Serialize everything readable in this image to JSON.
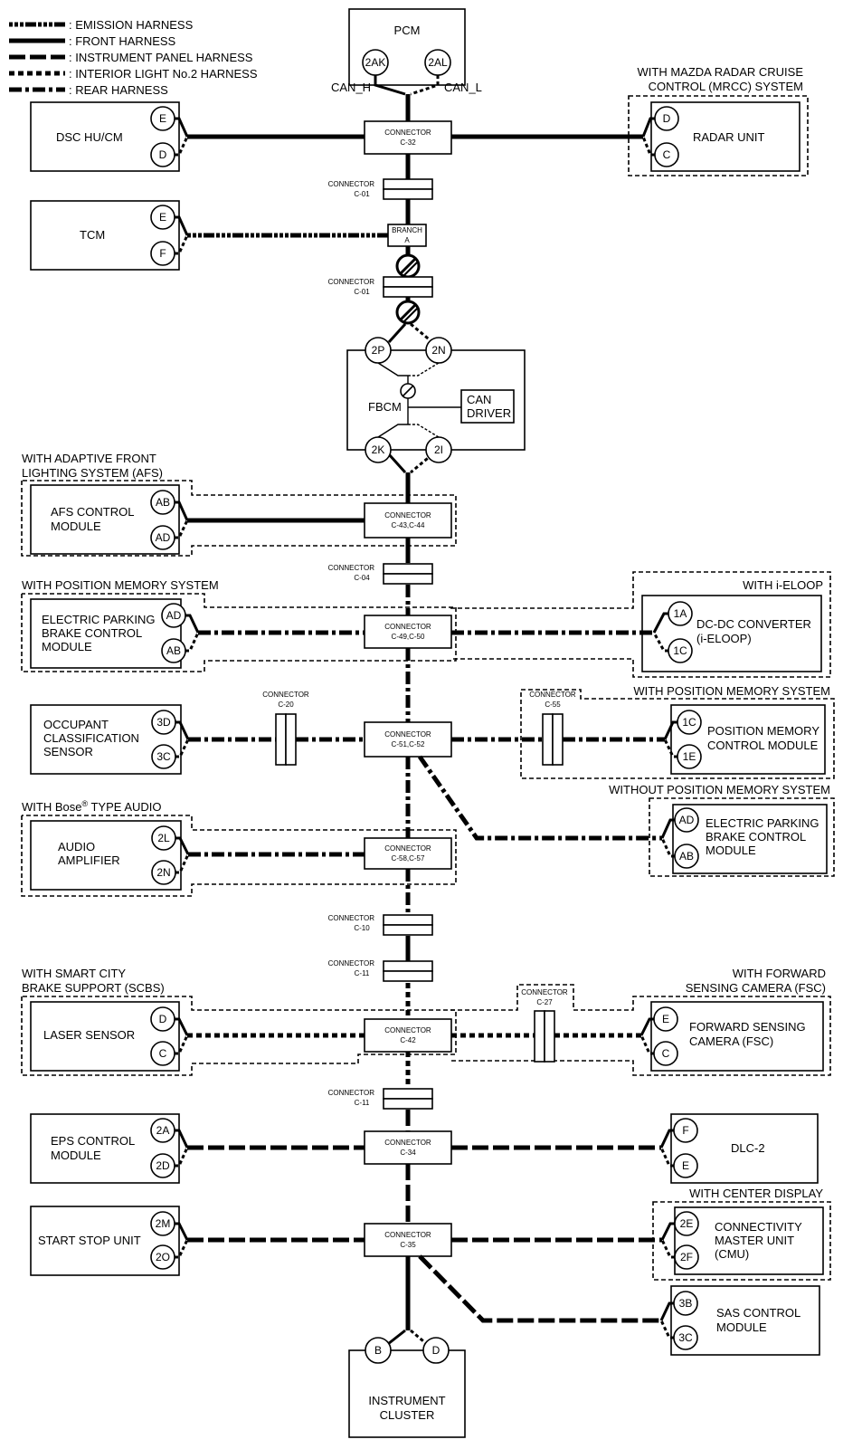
{
  "legend": {
    "emission": ": EMISSION HARNESS",
    "front": ": FRONT HARNESS",
    "instrument": ": INSTRUMENT PANEL HARNESS",
    "interior": ": INTERIOR LIGHT No.2 HARNESS",
    "rear": ": REAR HARNESS"
  },
  "pcm": {
    "label": "PCM",
    "pin_h": "2AK",
    "pin_l": "2AL",
    "can_h": "CAN_H",
    "can_l": "CAN_L"
  },
  "conn_word": "CONNECTOR",
  "connectors": {
    "c32": "C-32",
    "c01": "C-01",
    "c43": "C-43,C-44",
    "c04": "C-04",
    "c49": "C-49,C-50",
    "c20": "C-20",
    "c51": "C-51,C-52",
    "c55": "C-55",
    "c58": "C-58,C-57",
    "c10": "C-10",
    "c11": "C-11",
    "c27": "C-27",
    "c42": "C-42",
    "c34": "C-34",
    "c35": "C-35"
  },
  "branch": {
    "l1": "BRANCH",
    "l2": "A"
  },
  "dsc": {
    "label": "DSC HU/CM",
    "p1": "E",
    "p2": "D"
  },
  "radar": {
    "label": "RADAR UNIT",
    "p1": "D",
    "p2": "C",
    "cond1": "WITH MAZDA RADAR CRUISE",
    "cond2": "CONTROL (MRCC) SYSTEM"
  },
  "tcm": {
    "label": "TCM",
    "p1": "E",
    "p2": "F"
  },
  "fbcm": {
    "label": "FBCM",
    "p1": "2P",
    "p2": "2N",
    "p3": "2K",
    "p4": "2I",
    "can1": "CAN",
    "can2": "DRIVER"
  },
  "afs": {
    "cond1": "WITH ADAPTIVE FRONT",
    "cond2": "LIGHTING SYSTEM (AFS)",
    "l1": "AFS CONTROL",
    "l2": "MODULE",
    "p1": "AB",
    "p2": "AD"
  },
  "epb1": {
    "cond": "WITH POSITION MEMORY SYSTEM",
    "l1": "ELECTRIC PARKING",
    "l2": "BRAKE CONTROL",
    "l3": "MODULE",
    "p1": "AD",
    "p2": "AB"
  },
  "dcdc": {
    "cond": "WITH i-ELOOP",
    "l1": "DC-DC CONVERTER",
    "l2": "(i-ELOOP)",
    "p1": "1A",
    "p2": "1C"
  },
  "ocs": {
    "l1": "OCCUPANT",
    "l2": "CLASSIFICATION",
    "l3": "SENSOR",
    "p1": "3D",
    "p2": "3C"
  },
  "pmcm": {
    "cond": "WITH POSITION MEMORY SYSTEM",
    "l1": "POSITION MEMORY",
    "l2": "CONTROL MODULE",
    "p1": "1C",
    "p2": "1E"
  },
  "epb2": {
    "cond": "WITHOUT POSITION MEMORY SYSTEM",
    "l1": "ELECTRIC PARKING",
    "l2": "BRAKE CONTROL",
    "l3": "MODULE",
    "p1": "AD",
    "p2": "AB"
  },
  "amp": {
    "cond": "WITH Bose",
    "cond_sup": "®",
    "cond_end": " TYPE AUDIO",
    "l1": "AUDIO",
    "l2": "AMPLIFIER",
    "p1": "2L",
    "p2": "2N"
  },
  "laser": {
    "cond1": "WITH SMART CITY",
    "cond2": "BRAKE SUPPORT (SCBS)",
    "label": "LASER SENSOR",
    "p1": "D",
    "p2": "C"
  },
  "fsc": {
    "cond1": "WITH FORWARD",
    "cond2": "SENSING CAMERA (FSC)",
    "l1": "FORWARD SENSING",
    "l2": "CAMERA (FSC)",
    "p1": "E",
    "p2": "C"
  },
  "eps": {
    "l1": "EPS CONTROL",
    "l2": "MODULE",
    "p1": "2A",
    "p2": "2D"
  },
  "dlc": {
    "label": "DLC-2",
    "p1": "F",
    "p2": "E"
  },
  "ssu": {
    "label": "START STOP UNIT",
    "p1": "2M",
    "p2": "2O"
  },
  "cmu": {
    "cond": "WITH CENTER DISPLAY",
    "l1": "CONNECTIVITY",
    "l2": "MASTER UNIT",
    "l3": "(CMU)",
    "p1": "2E",
    "p2": "2F"
  },
  "sas": {
    "l1": "SAS CONTROL",
    "l2": "MODULE",
    "p1": "3B",
    "p2": "3C"
  },
  "ic": {
    "l1": "INSTRUMENT",
    "l2": "CLUSTER",
    "p1": "B",
    "p2": "D"
  }
}
